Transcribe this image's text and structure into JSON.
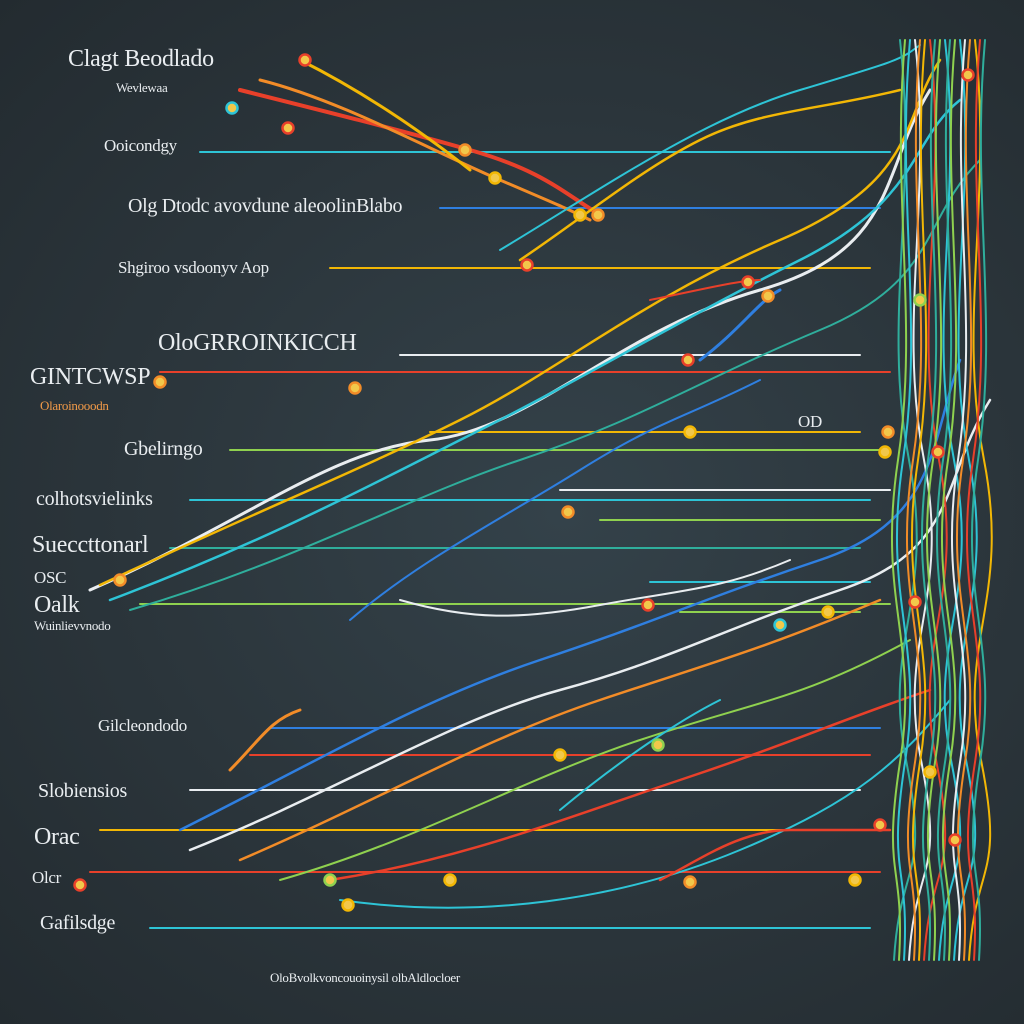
{
  "labels": {
    "title": "Clagt Beodlado",
    "title_sub": "Wevlewaa",
    "l1": "Ooicondgy",
    "l2": "Olg Dtodc avovdune aleoolinBlabo",
    "l3": "Shgiroo vsdoonyv Aop",
    "l4": "OloGRROINKICCH",
    "l5": "GINTCWSP",
    "l5_sub": "Olaroinooodn",
    "l6": "Gbelirngo",
    "l7": "colhotsvielinks",
    "l8": "Sueccttonarl",
    "l9": "OSC",
    "l10": "Oalk",
    "l10_sub": "Wuinlievvnodo",
    "l11": "Gilcleondodo",
    "l12": "Slobiensios",
    "l13": "Orac",
    "l14": "Olcr",
    "l15": "Gafilsdge",
    "l16": "OD",
    "footer": "OloBvolkvoncouoinysil olbAldlocloer"
  },
  "colors": {
    "background": "#2b353b",
    "cyan": "#2ec4d6",
    "teal": "#2fae9c",
    "green": "#8fd14f",
    "yellow": "#f2b705",
    "orange": "#f28c28",
    "red": "#e8402a",
    "blue": "#2f7fe0",
    "white": "#e9edf0",
    "node_fill": "#f2c84b"
  }
}
